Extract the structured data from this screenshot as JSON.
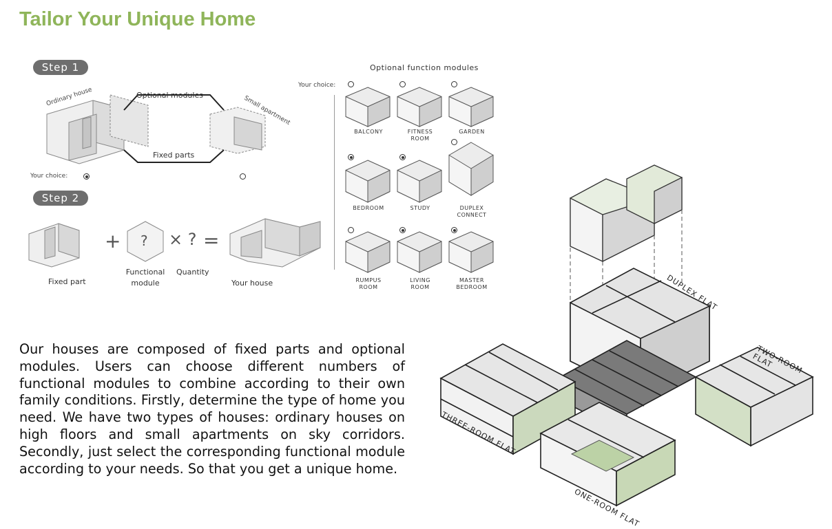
{
  "title": "Tailor Your Unique Home",
  "step1": {
    "pill": "Step 1",
    "ordinary_house": "Ordinary house",
    "optional_modules": "Optional modules",
    "small_apartment": "Small apartment",
    "fixed_parts": "Fixed parts",
    "your_choice": "Your choice:"
  },
  "step2": {
    "pill": "Step 2",
    "fixed_part": "Fixed part",
    "plus": "+",
    "question": "?",
    "times_q": "× ?",
    "equals": "=",
    "functional": "Functional",
    "module": "module",
    "quantity": "Quantity",
    "your_house": "Your house"
  },
  "modules": {
    "heading": "Optional function modules",
    "your_choice": "Your choice:",
    "items": [
      {
        "label1": "BALCONY",
        "label2": "",
        "selected": false
      },
      {
        "label1": "FITNESS",
        "label2": "ROOM",
        "selected": false
      },
      {
        "label1": "GARDEN",
        "label2": "",
        "selected": false
      },
      {
        "label1": "BEDROOM",
        "label2": "",
        "selected": true
      },
      {
        "label1": "STUDY",
        "label2": "",
        "selected": true
      },
      {
        "label1": "DUPLEX",
        "label2": "CONNECT",
        "selected": false
      },
      {
        "label1": "RUMPUS",
        "label2": "ROOM",
        "selected": false
      },
      {
        "label1": "LIVING",
        "label2": "ROOM",
        "selected": true
      },
      {
        "label1": "MASTER",
        "label2": "BEDROOM",
        "selected": true
      }
    ]
  },
  "flats": {
    "duplex": "DUPLEX FLAT",
    "two_room": "TWO-ROOM FLAT",
    "three_room": "THREE-ROOM FLAT",
    "one_room": "ONE-ROOM FLAT"
  },
  "description": "Our houses are composed of fixed parts and optional modules. Users can choose different numbers of functional modules to combine according to their own family conditions. Firstly, determine the type of home you need. We have two types of houses: ordinary houses on high floors and small apartments on sky corridors. Secondly, just select the corresponding functional module according to your needs. So that you get a unique home."
}
